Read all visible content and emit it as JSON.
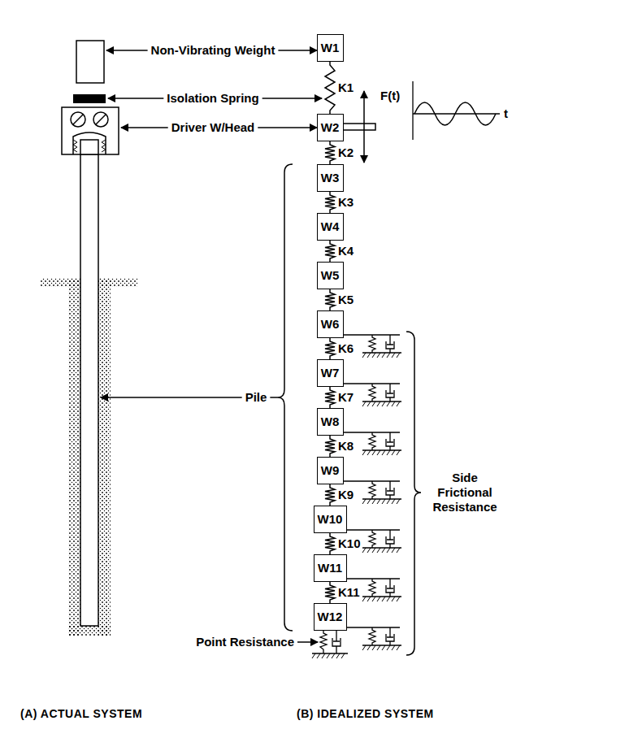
{
  "diagram": {
    "nodes": [
      {
        "text": [
          "W1"
        ]
      },
      {
        "text": [
          "W2"
        ]
      },
      {
        "text": [
          "W3"
        ]
      },
      {
        "text": [
          "W4"
        ]
      },
      {
        "text": [
          "W5"
        ]
      },
      {
        "text": [
          "W6"
        ]
      },
      {
        "text": [
          "W7"
        ]
      },
      {
        "text": [
          "W8"
        ]
      },
      {
        "text": [
          "W9"
        ]
      },
      {
        "text": [
          "W10"
        ]
      },
      {
        "text": [
          "W11"
        ]
      },
      {
        "text": [
          "W12"
        ]
      }
    ],
    "edges": [
      {
        "from": 0,
        "to": 1,
        "label": "K1",
        "arrow": "none"
      },
      {
        "from": 1,
        "to": 2,
        "label": "K2",
        "arrow": "none"
      },
      {
        "from": 2,
        "to": 3,
        "label": "K3",
        "arrow": "none"
      },
      {
        "from": 3,
        "to": 4,
        "label": "K4",
        "arrow": "none"
      },
      {
        "from": 4,
        "to": 5,
        "label": "K5",
        "arrow": "none"
      },
      {
        "from": 5,
        "to": 6,
        "label": "K6",
        "arrow": "none"
      },
      {
        "from": 6,
        "to": 7,
        "label": "K7",
        "arrow": "none"
      },
      {
        "from": 7,
        "to": 8,
        "label": "K8",
        "arrow": "none"
      },
      {
        "from": 8,
        "to": 9,
        "label": "K9",
        "arrow": "none"
      },
      {
        "from": 9,
        "to": 10,
        "label": "K10",
        "arrow": "none"
      },
      {
        "from": 10,
        "to": 11,
        "label": "K11",
        "arrow": "none"
      }
    ],
    "labels": [
      "Non-Vibrating Weight",
      "Isolation Spring",
      "Driver W/Head",
      "F(t)",
      "t",
      "Pile",
      "Side Frictional Resistance",
      "Point Resistance",
      "(A) ACTUAL SYSTEM",
      "(B) IDEALIZED SYSTEM"
    ]
  }
}
